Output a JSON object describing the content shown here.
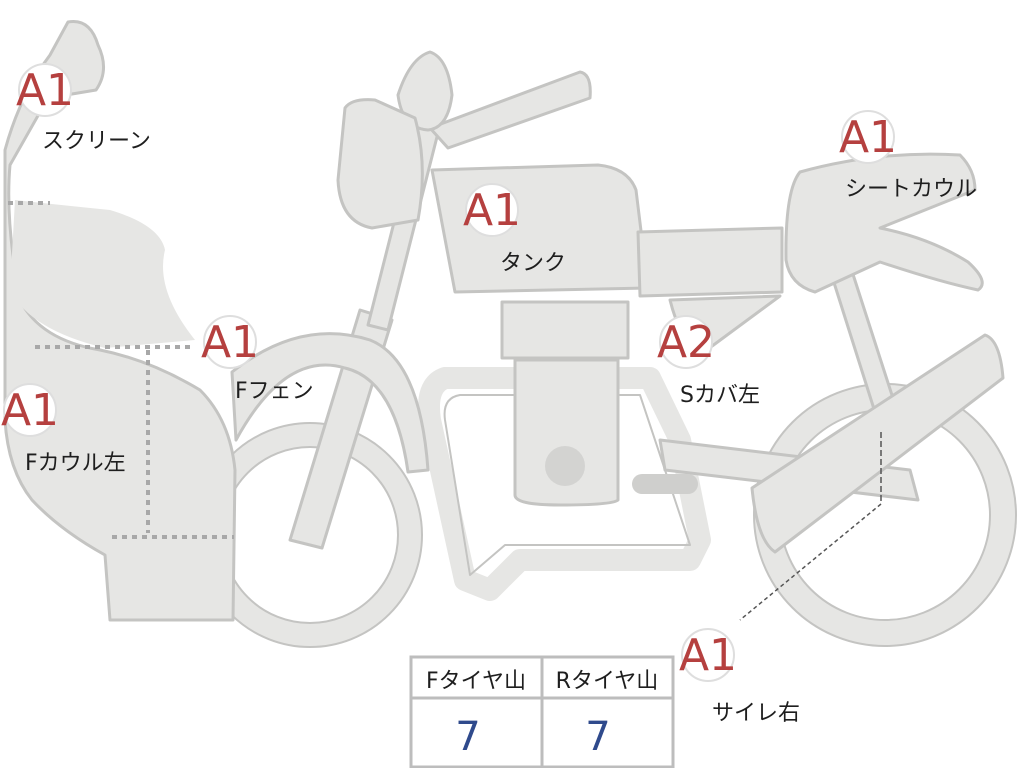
{
  "colors": {
    "body_fill": "#e6e6e4",
    "body_stroke": "#c4c4c2",
    "grade_red": "#b5403f",
    "label_black": "#1e1e1e",
    "value_blue": "#2f4a8c",
    "dotted_line": "#a8a8a8",
    "table_border": "#bdbdbd"
  },
  "parts": [
    {
      "key": "screen",
      "grade": "A1",
      "label": "スクリーン"
    },
    {
      "key": "tank",
      "grade": "A1",
      "label": "タンク"
    },
    {
      "key": "seat_cowl",
      "grade": "A1",
      "label": "シートカウル"
    },
    {
      "key": "front_fender",
      "grade": "A1",
      "label": "Fフェン"
    },
    {
      "key": "side_cover_left",
      "grade": "A2",
      "label": "Sカバ左"
    },
    {
      "key": "front_cowl_left",
      "grade": "A1",
      "label": "Fカウル左"
    },
    {
      "key": "muffler_right",
      "grade": "A1",
      "label": "サイレ右"
    }
  ],
  "tire_table": {
    "front_label": "Fタイヤ山",
    "rear_label": "Rタイヤ山",
    "front_value": "7",
    "rear_value": "7"
  }
}
